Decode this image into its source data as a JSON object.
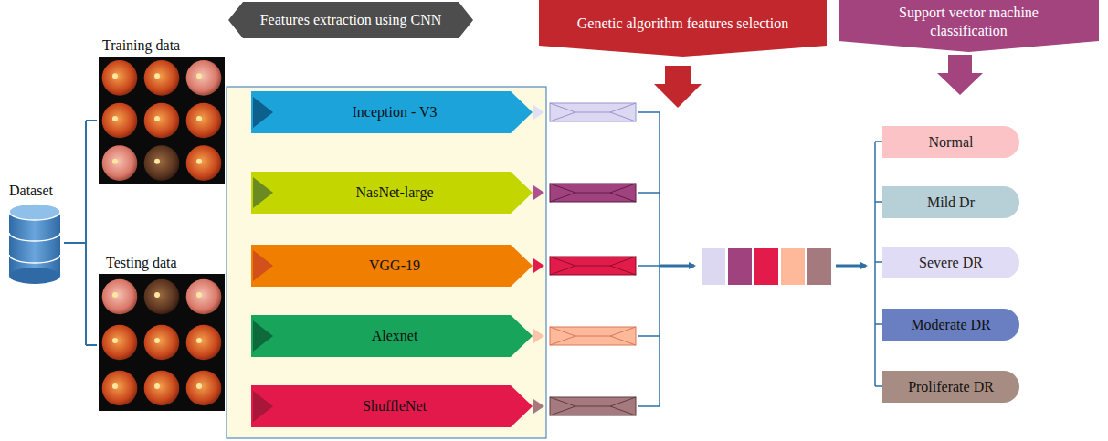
{
  "diagram": {
    "nodes": [
      {
        "text": [
          "Features extraction using CNN"
        ]
      },
      {
        "text": [
          "Genetic algorithm features selection"
        ]
      },
      {
        "text": [
          "Support vector machine classification"
        ]
      },
      {
        "text": [
          "Inception - V3"
        ]
      },
      {
        "text": [
          "NasNet-large"
        ]
      },
      {
        "text": [
          "VGG-19"
        ]
      },
      {
        "text": [
          "Alexnet"
        ]
      },
      {
        "text": [
          "ShuffleNet"
        ]
      },
      {
        "text": [
          "Normal"
        ]
      },
      {
        "text": [
          "Mild Dr"
        ]
      },
      {
        "text": [
          "Severe DR"
        ]
      },
      {
        "text": [
          "Moderate DR"
        ]
      },
      {
        "text": [
          "Proliferate DR"
        ]
      }
    ],
    "labels": [
      "Dataset",
      "Training data",
      "Testing data"
    ]
  }
}
